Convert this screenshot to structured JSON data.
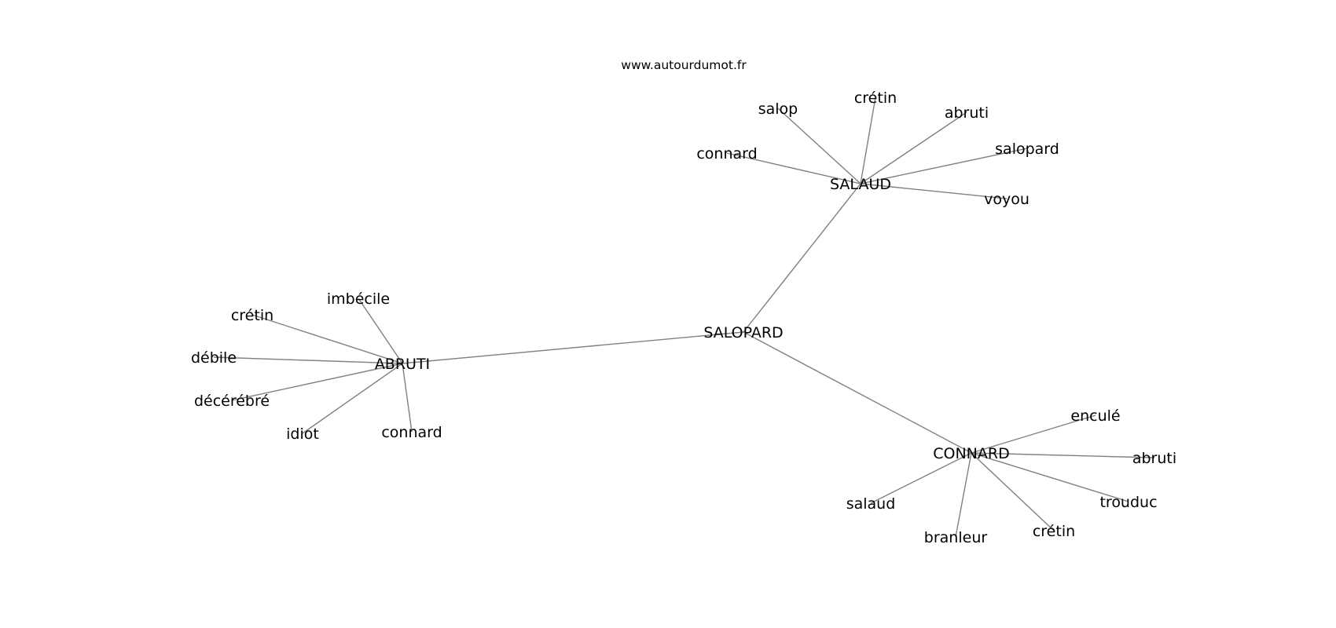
{
  "site": "www.autourdumot.fr",
  "graph": {
    "nodes": [
      {
        "id": "salopard",
        "label": "SALOPARD"
      },
      {
        "id": "salaud",
        "label": "SALAUD"
      },
      {
        "id": "abruti",
        "label": "ABRUTI"
      },
      {
        "id": "connard",
        "label": "CONNARD"
      },
      {
        "id": "salaud-connard",
        "label": "connard"
      },
      {
        "id": "salaud-salop",
        "label": "salop"
      },
      {
        "id": "salaud-cretin",
        "label": "crétin"
      },
      {
        "id": "salaud-abruti",
        "label": "abruti"
      },
      {
        "id": "salaud-salopard",
        "label": "salopard"
      },
      {
        "id": "salaud-voyou",
        "label": "voyou"
      },
      {
        "id": "abruti-imbecile",
        "label": "imbécile"
      },
      {
        "id": "abruti-cretin",
        "label": "crétin"
      },
      {
        "id": "abruti-debile",
        "label": "débile"
      },
      {
        "id": "abruti-decerebre",
        "label": "décérébré"
      },
      {
        "id": "abruti-idiot",
        "label": "idiot"
      },
      {
        "id": "abruti-connard",
        "label": "connard"
      },
      {
        "id": "connard-encule",
        "label": "enculé"
      },
      {
        "id": "connard-abruti",
        "label": "abruti"
      },
      {
        "id": "connard-trouduc",
        "label": "trouduc"
      },
      {
        "id": "connard-cretin",
        "label": "crétin"
      },
      {
        "id": "connard-branleur",
        "label": "branleur"
      },
      {
        "id": "connard-salaud",
        "label": "salaud"
      }
    ],
    "edges": [
      [
        "salopard",
        "salaud"
      ],
      [
        "salopard",
        "abruti"
      ],
      [
        "salopard",
        "connard"
      ],
      [
        "salaud",
        "salaud-connard"
      ],
      [
        "salaud",
        "salaud-salop"
      ],
      [
        "salaud",
        "salaud-cretin"
      ],
      [
        "salaud",
        "salaud-abruti"
      ],
      [
        "salaud",
        "salaud-salopard"
      ],
      [
        "salaud",
        "salaud-voyou"
      ],
      [
        "abruti",
        "abruti-imbecile"
      ],
      [
        "abruti",
        "abruti-cretin"
      ],
      [
        "abruti",
        "abruti-debile"
      ],
      [
        "abruti",
        "abruti-decerebre"
      ],
      [
        "abruti",
        "abruti-idiot"
      ],
      [
        "abruti",
        "abruti-connard"
      ],
      [
        "connard",
        "connard-encule"
      ],
      [
        "connard",
        "connard-abruti"
      ],
      [
        "connard",
        "connard-trouduc"
      ],
      [
        "connard",
        "connard-cretin"
      ],
      [
        "connard",
        "connard-branleur"
      ],
      [
        "connard",
        "connard-salaud"
      ]
    ]
  }
}
